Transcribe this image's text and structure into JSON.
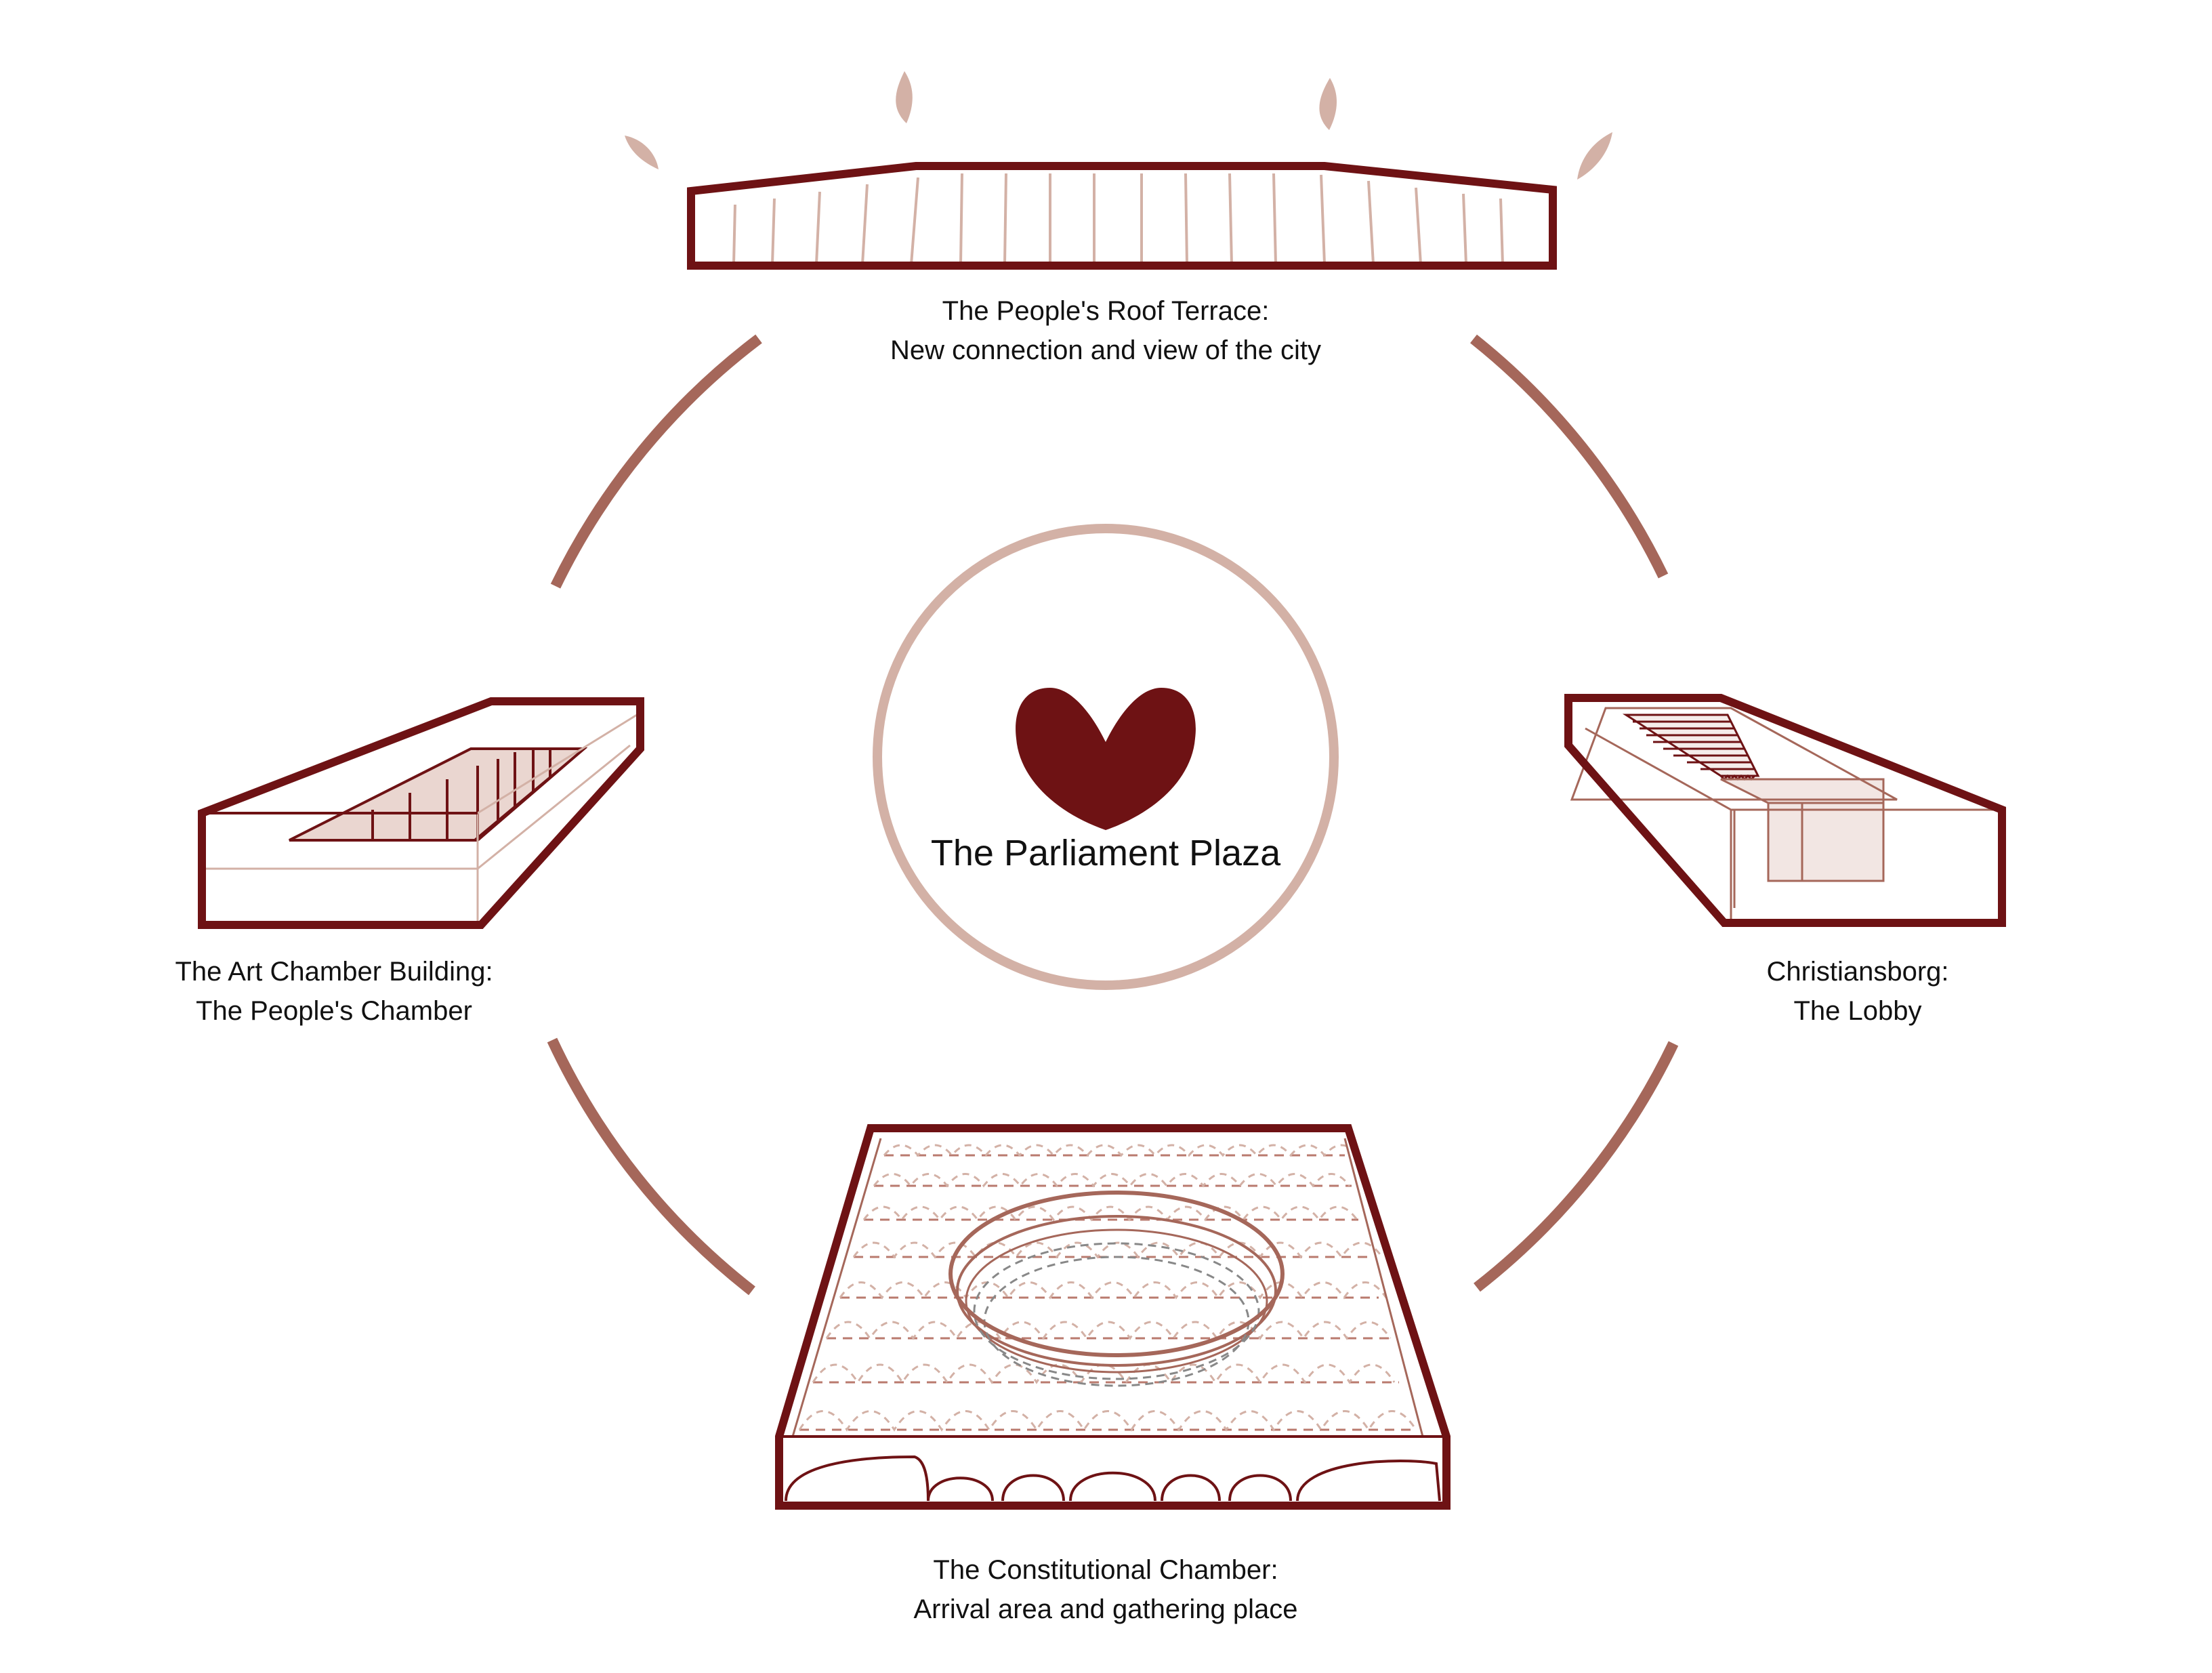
{
  "center": {
    "title": "The Parliament Plaza",
    "icon": "heart-icon"
  },
  "nodes": {
    "roof_terrace": {
      "title": "The People's Roof Terrace:",
      "subtitle": "New connection and view of the city"
    },
    "christiansborg": {
      "title": "Christiansborg:",
      "subtitle": "The Lobby"
    },
    "constitutional_chamber": {
      "title": "The Constitutional Chamber:",
      "subtitle": "Arrival area and gathering place"
    },
    "art_chamber": {
      "title": "The Art Chamber Building:",
      "subtitle": "The People's Chamber"
    }
  },
  "colors": {
    "dark_red": "#6e1214",
    "arc": "#a5675a",
    "ring": "#d3b1a6",
    "fill_light": "#ead6d0",
    "thin_line": "#a5675a"
  }
}
